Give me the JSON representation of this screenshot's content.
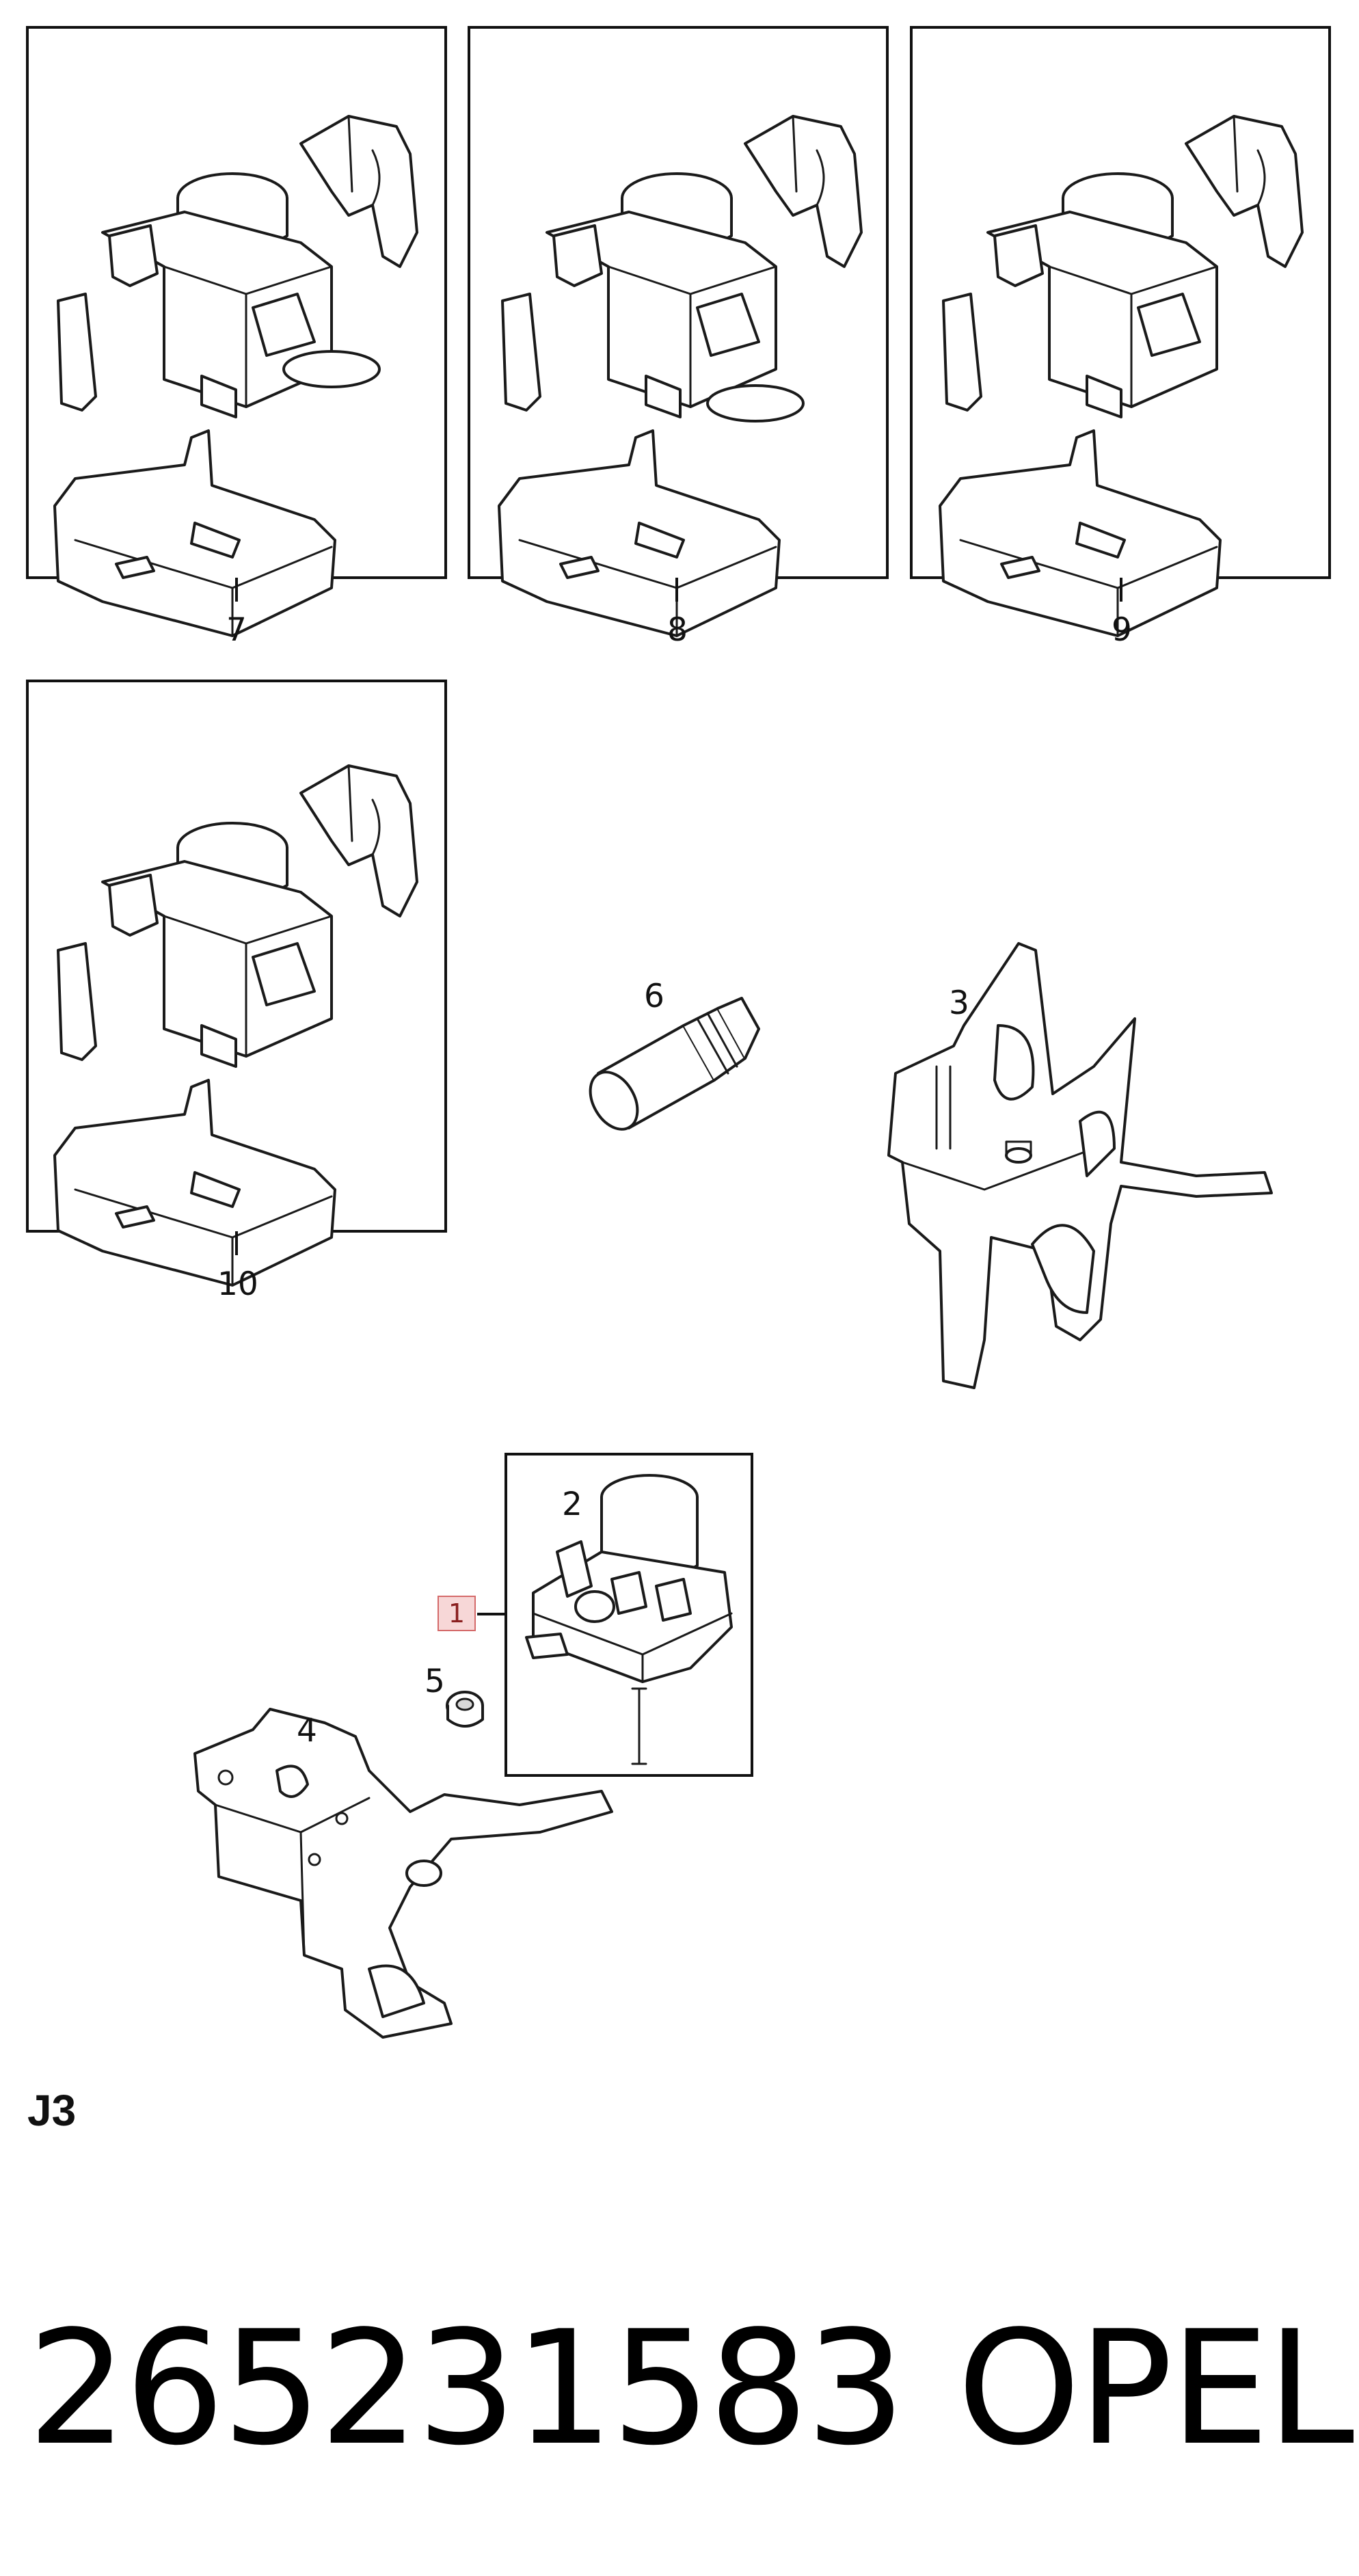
{
  "callouts": {
    "c7": "7",
    "c8": "8",
    "c9": "9",
    "c10": "10",
    "c6": "6",
    "c3": "3",
    "c2": "2",
    "c1": "1",
    "c5": "5",
    "c4": "4"
  },
  "section_label": "J3",
  "part_number": "265231583",
  "brand": "OPEL",
  "colors": {
    "highlight_fill": "#f7d7d7",
    "highlight_border": "#d46a6a",
    "line": "#1a1a1a"
  }
}
